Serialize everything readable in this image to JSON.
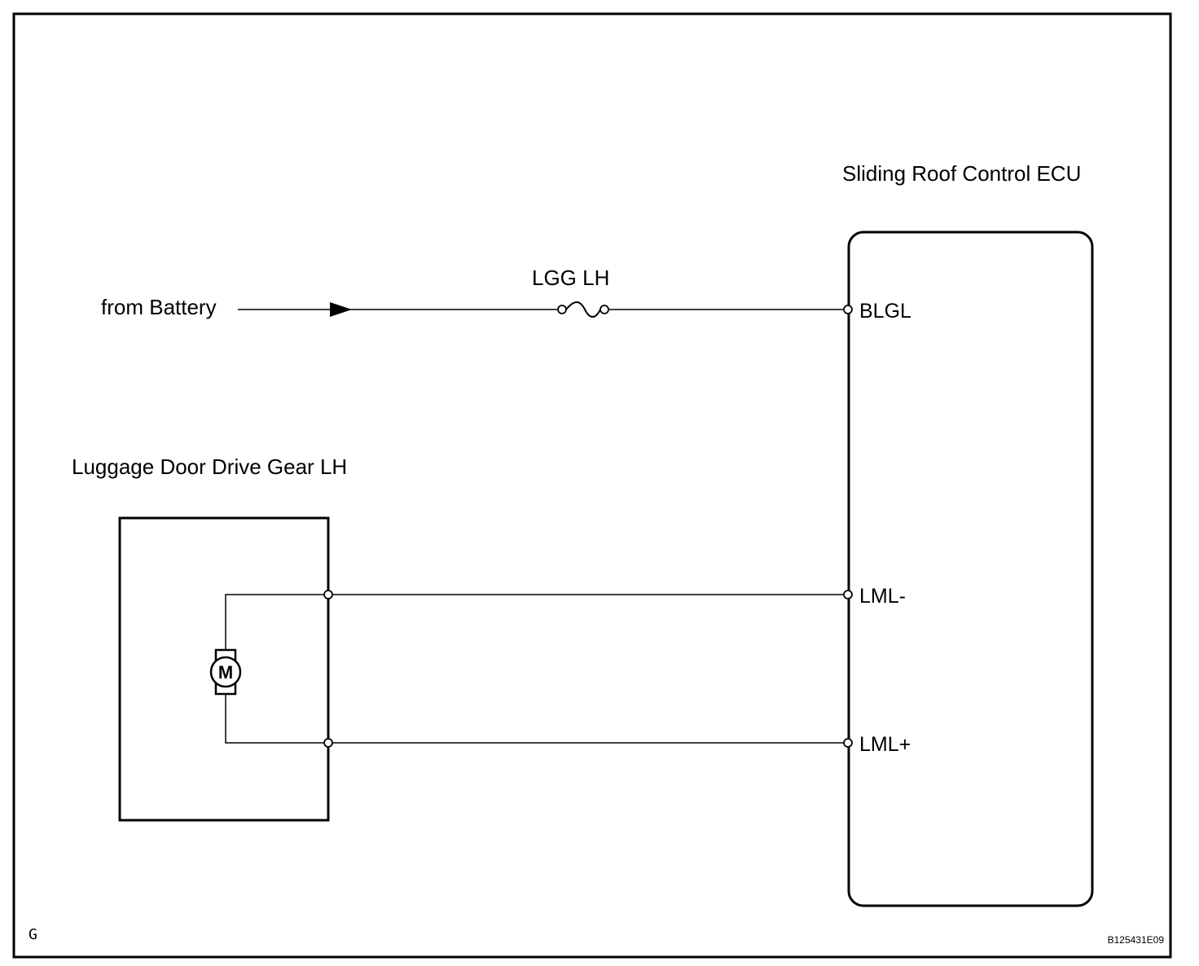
{
  "ecu": {
    "title": "Sliding Roof Control ECU",
    "pins": {
      "blgl": "BLGL",
      "lml_minus": "LML-",
      "lml_plus": "LML+"
    }
  },
  "source": {
    "label": "from Battery"
  },
  "fuse": {
    "label": "LGG LH"
  },
  "gear": {
    "title": "Luggage Door Drive Gear LH",
    "motor_symbol": "M"
  },
  "corner": {
    "left": "G",
    "right": "B125431E09"
  }
}
